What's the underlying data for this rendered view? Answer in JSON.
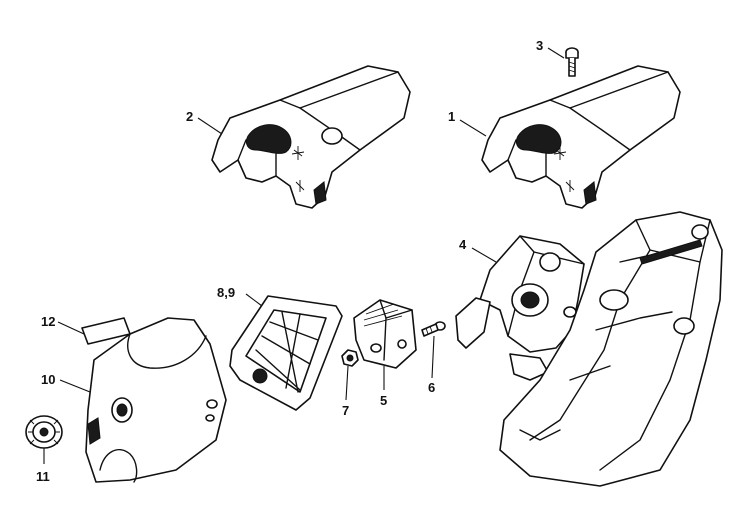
{
  "callouts": {
    "c1": "1",
    "c2": "2",
    "c3": "3",
    "c4": "4",
    "c5": "5",
    "c6": "6",
    "c7": "7",
    "c89": "8,9",
    "c10": "10",
    "c11": "11",
    "c12": "12"
  },
  "colors": {
    "ink": "#111111",
    "paper": "#ffffff"
  }
}
